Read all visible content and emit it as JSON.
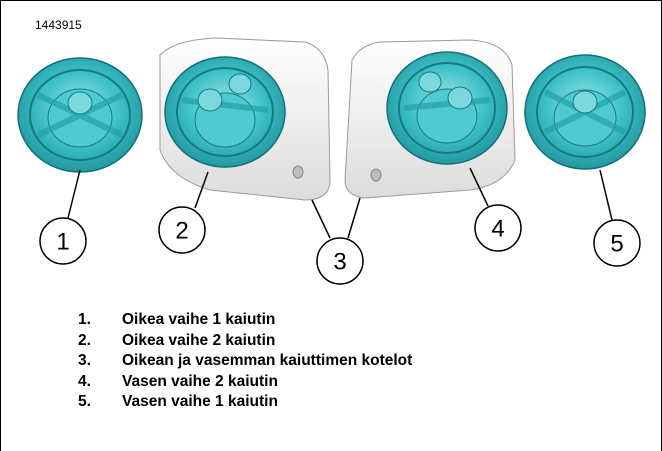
{
  "figure": {
    "id": "1443915",
    "callouts": [
      "1",
      "2",
      "3",
      "4",
      "5"
    ],
    "colors": {
      "speaker": "#3bbfc6",
      "speaker_dark": "#1e8f98",
      "housing": "#f4f4f4"
    }
  },
  "legend": [
    {
      "num": "1.",
      "text": "Oikea vaihe 1 kaiutin"
    },
    {
      "num": "2.",
      "text": "Oikea vaihe 2 kaiutin"
    },
    {
      "num": "3.",
      "text": "Oikean ja vasemman kaiuttimen kotelot"
    },
    {
      "num": "4.",
      "text": "Vasen vaihe 2 kaiutin"
    },
    {
      "num": "5.",
      "text": "Vasen vaihe 1 kaiutin"
    }
  ]
}
